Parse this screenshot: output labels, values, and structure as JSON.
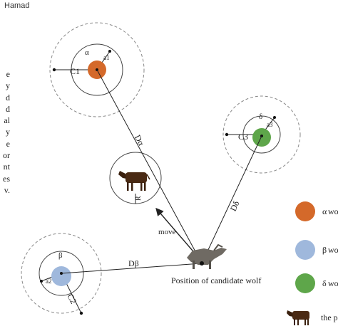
{
  "header": {
    "author": "Hamad"
  },
  "side_text_fragments": [
    "e",
    "y",
    "d",
    "d",
    "al",
    "y",
    "e",
    "or",
    "nt",
    "es",
    "v."
  ],
  "diagram": {
    "alpha": {
      "greek": "α",
      "c_label": "C1",
      "a_label": "a1",
      "d_label": "Dα",
      "color": "#d4692a"
    },
    "beta": {
      "greek": "β",
      "c_label": "C2",
      "a_label": "a2",
      "d_label": "Dβ",
      "color": "#9fb8dc"
    },
    "delta": {
      "greek": "δ",
      "c_label": "C3",
      "a_label": "a3",
      "d_label": "Dδ",
      "color": "#5ea64a"
    },
    "prey_r_label": "R",
    "move_label": "move",
    "candidate_label": "Position of candidate wolf"
  },
  "legend": {
    "items": [
      {
        "symbol": "α",
        "text": "wo",
        "color": "#d4692a"
      },
      {
        "symbol": "β",
        "text": "wo",
        "color": "#9fb8dc"
      },
      {
        "symbol": "δ",
        "text": "wo",
        "color": "#5ea64a"
      },
      {
        "symbol": "",
        "text": "the p",
        "color": "#4a2a14"
      }
    ]
  }
}
